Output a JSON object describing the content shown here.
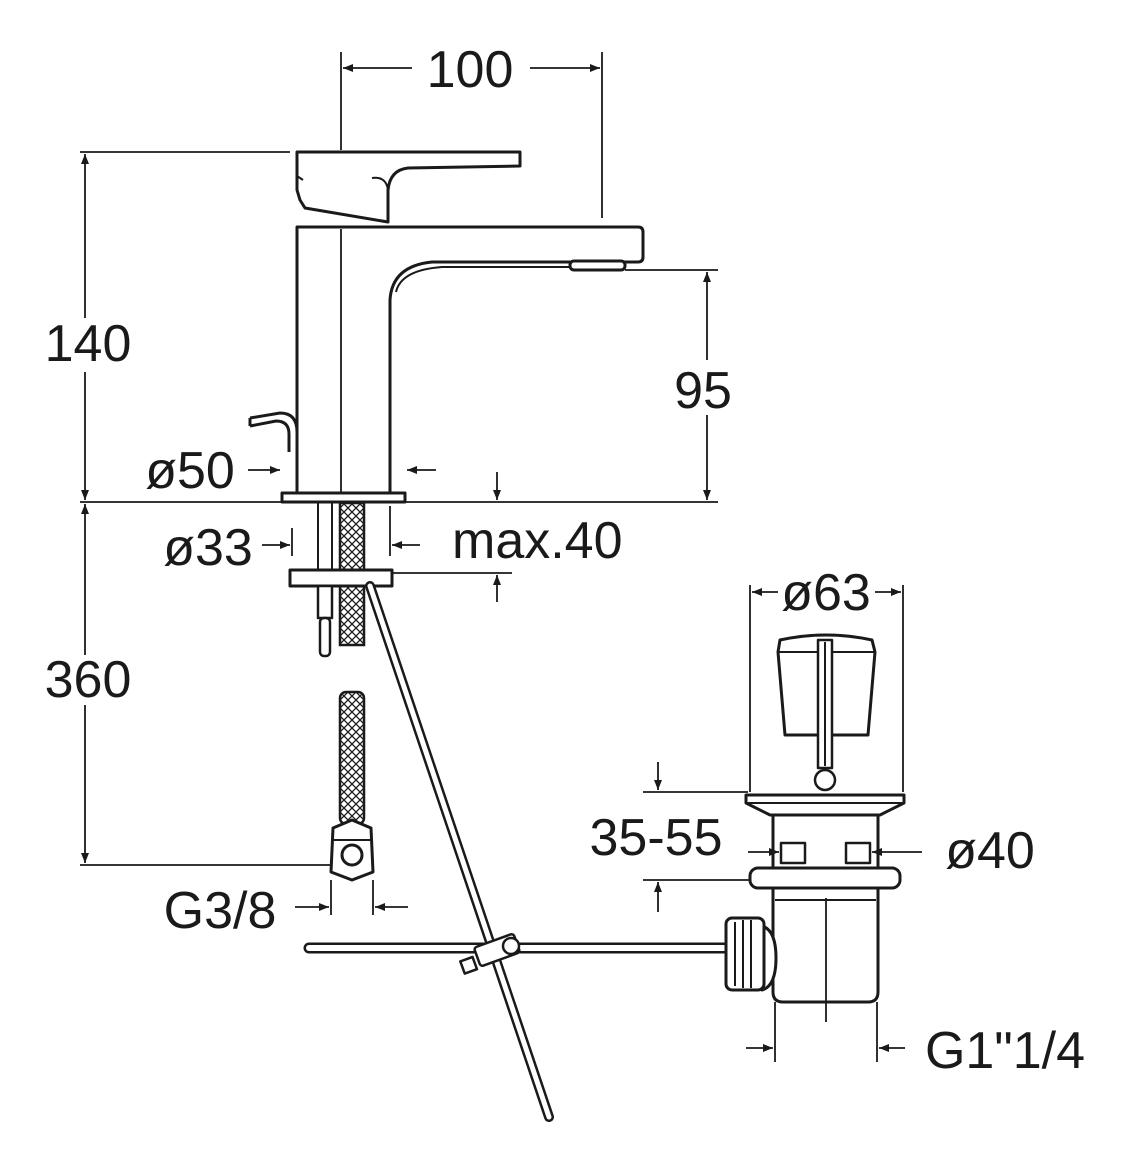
{
  "dimensions": {
    "spout_reach": "100",
    "total_height": "140",
    "spout_height": "95",
    "base_diameter": "ø50",
    "hole_diameter": "ø33",
    "deck_thickness": "max.40",
    "hose_length": "360",
    "hose_connection": "G3/8",
    "plug_diameter": "ø63",
    "waste_adjust": "35-55",
    "waste_hole_diameter": "ø40",
    "waste_thread": "G1\"1/4"
  }
}
